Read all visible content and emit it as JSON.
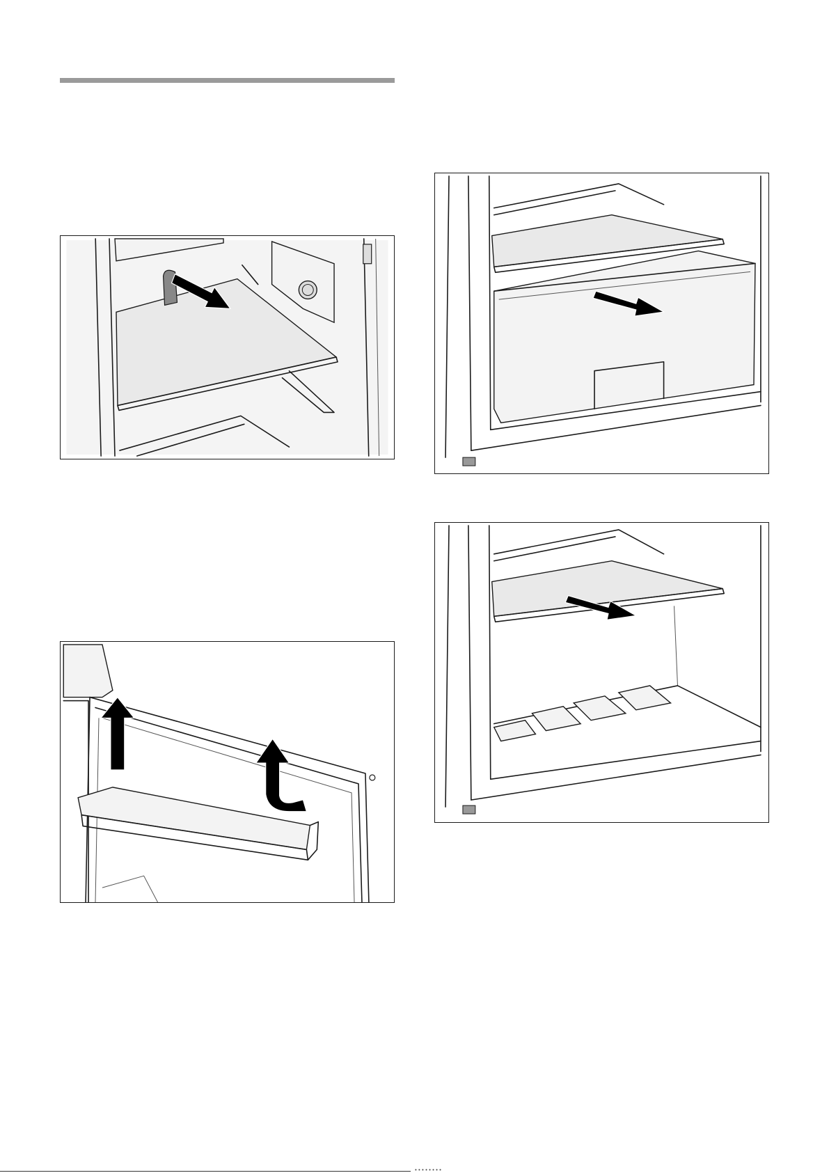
{
  "page": {
    "footer_text": "• • • • • • • •"
  },
  "figures": [
    {
      "id": "shelf",
      "subject": "glass-shelf-removal"
    },
    {
      "id": "door",
      "subject": "door-shelf-removal"
    },
    {
      "id": "drawer",
      "subject": "vegetable-drawer-removal"
    },
    {
      "id": "lower",
      "subject": "lower-glass-shelf-removal"
    }
  ]
}
